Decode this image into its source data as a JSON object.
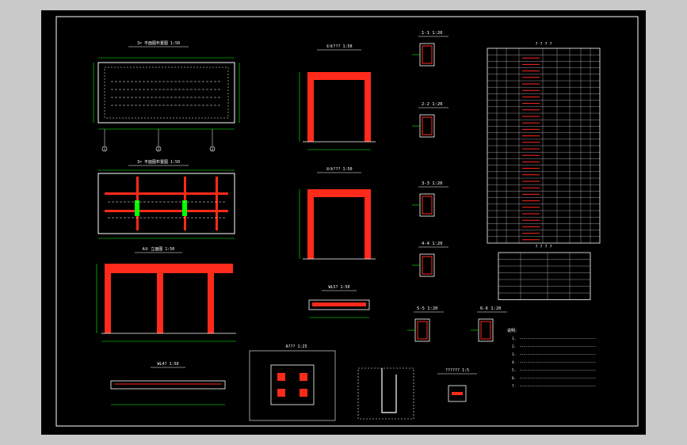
{
  "drawing": {
    "background": "#000000",
    "canvas_bg": "#c9c9c9",
    "colors": {
      "border": "#ffffff",
      "dim": "#00ff00",
      "rebar": "#ff2a1a",
      "concrete": "#ffffff",
      "label": "#ffffff",
      "fill": "#ff0000"
    }
  },
  "plans": [
    {
      "title": "3× 平面图布置图 1:50"
    },
    {
      "title": "3× 平面图布置图 1:50"
    }
  ],
  "views": {
    "elevation_a": {
      "title": "A① 立面图 1:50"
    },
    "frame_1": {
      "title": "①②??? 1:50"
    },
    "frame_2": {
      "title": "②③??? 1:50"
    },
    "wl4": {
      "title": "WL4? 1:50"
    },
    "wl5": {
      "title": "WL5? 1:50"
    },
    "detail_a": {
      "title": "A??? 1:25"
    },
    "detail_small": {
      "title": "?????? 1:5"
    }
  },
  "sections": [
    {
      "title": "1-1 1:20"
    },
    {
      "title": "2-2 1:20"
    },
    {
      "title": "3-3 1:20"
    },
    {
      "title": "4-4 1:20"
    },
    {
      "title": "5-5 1:20"
    },
    {
      "title": "6-6 1:20"
    }
  ],
  "rebar_table": {
    "title": "? ? ? ?"
  },
  "summary_table": {
    "title": "? ? ? ?"
  },
  "notes": {
    "title": "说明：",
    "items": [
      "1.",
      "2.",
      "3.",
      "4.",
      "5.",
      "6.",
      "7."
    ]
  },
  "grid_labels": [
    "1",
    "2",
    "3"
  ]
}
